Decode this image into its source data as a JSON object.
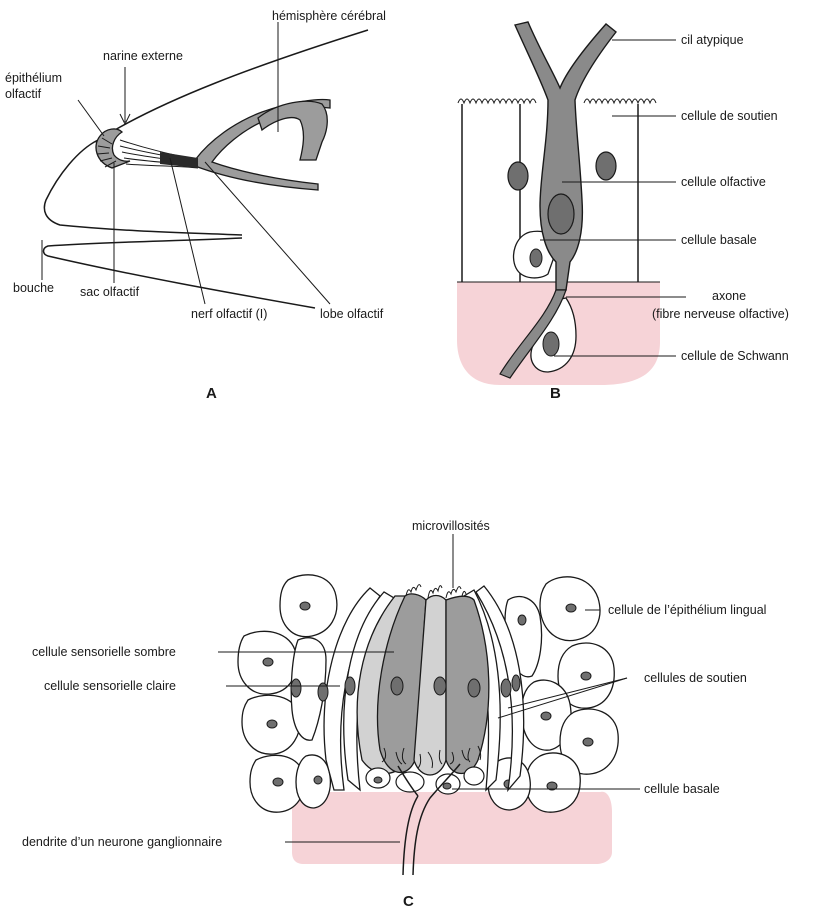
{
  "colors": {
    "tissue_pink": "#f6d3d7",
    "dark_grey": "#8a8a8a",
    "mid_grey": "#9c9c9c",
    "light_grey": "#d2d2d2",
    "nucleus": "#6f6f6f",
    "outline": "#1a1a1a"
  },
  "panel_a": {
    "letter": "A",
    "labels": {
      "hemisphere": "hémisphère cérébral",
      "nostril": "narine externe",
      "epithelium_1": "épithélium",
      "epithelium_2": "olfactif",
      "mouth": "bouche",
      "sac": "sac olfactif",
      "nerve": "nerf olfactif (I)",
      "lobe": "lobe olfactif"
    }
  },
  "panel_b": {
    "letter": "B",
    "labels": {
      "cilium": "cil atypique",
      "support": "cellule de soutien",
      "olfactory_cell": "cellule olfactive",
      "basal": "cellule basale",
      "axon_1": "axone",
      "axon_2": "(fibre nerveuse olfactive)",
      "schwann": "cellule de Schwann"
    }
  },
  "panel_c": {
    "letter": "C",
    "labels": {
      "microvilli": "microvillosités",
      "lingual": "cellule de l’épithélium lingual",
      "dark_cell": "cellule sensorielle sombre",
      "support": "cellules de soutien",
      "light_cell": "cellule sensorielle claire",
      "basal": "cellule basale",
      "dendrite": "dendrite d’un neurone ganglionnaire"
    }
  }
}
